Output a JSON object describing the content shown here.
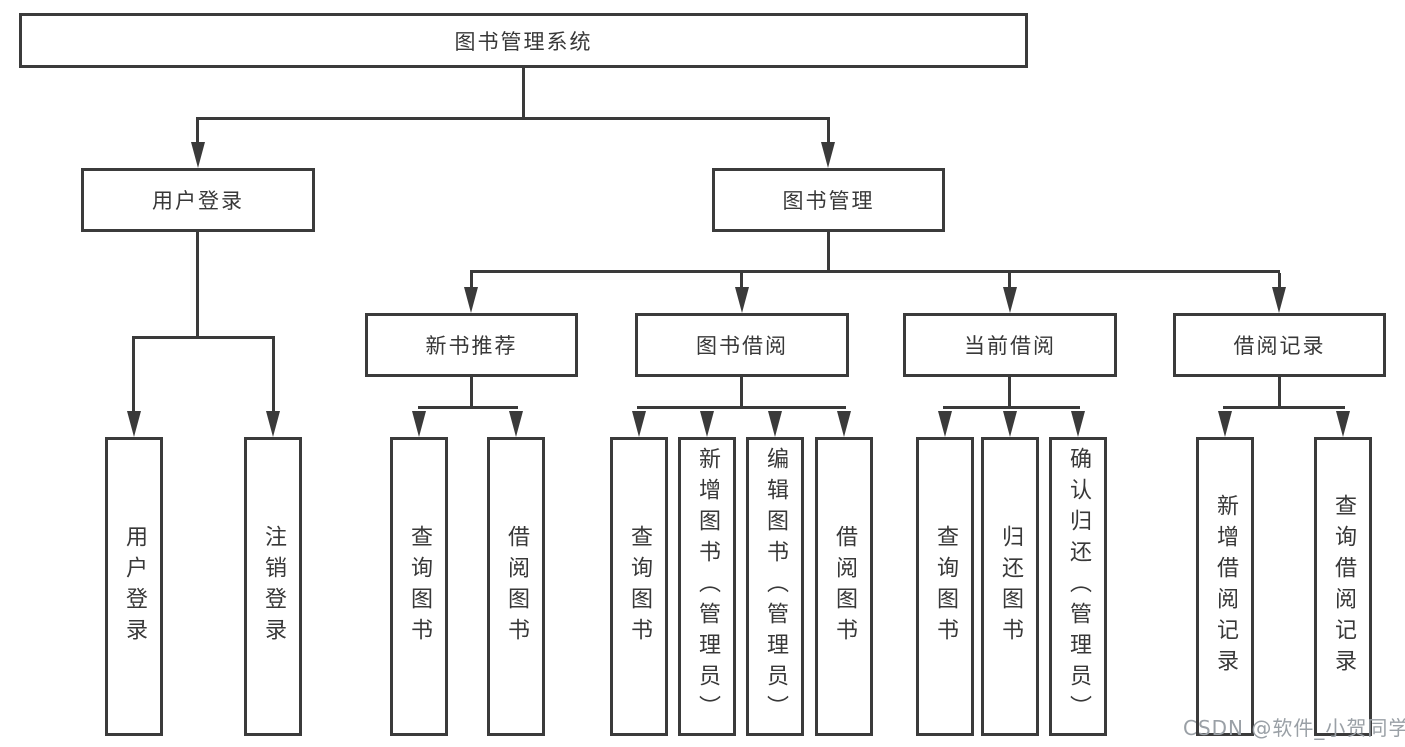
{
  "diagram": {
    "title": "图书管理系统",
    "nodes": {
      "root": {
        "label": "图书管理系统"
      },
      "user_login": {
        "label": "用户登录"
      },
      "book_mgmt": {
        "label": "图书管理"
      },
      "new_book_rec": {
        "label": "新书推荐"
      },
      "book_borrow": {
        "label": "图书借阅"
      },
      "current_borrow": {
        "label": "当前借阅"
      },
      "borrow_records": {
        "label": "借阅记录"
      },
      "leaf_user_login": {
        "label": "用户登录"
      },
      "leaf_logout": {
        "label": "注销登录"
      },
      "leaf_nb_query": {
        "label": "查询图书"
      },
      "leaf_nb_borrow": {
        "label": "借阅图书"
      },
      "leaf_bb_query": {
        "label": "查询图书"
      },
      "leaf_bb_add": {
        "label": "新增图书（管理员）"
      },
      "leaf_bb_edit": {
        "label": "编辑图书（管理员）"
      },
      "leaf_bb_borrow": {
        "label": "借阅图书"
      },
      "leaf_cb_query": {
        "label": "查询图书"
      },
      "leaf_cb_return": {
        "label": "归还图书"
      },
      "leaf_cb_confirm": {
        "label": "确认归还（管理员）"
      },
      "leaf_br_add": {
        "label": "新增借阅记录"
      },
      "leaf_br_query": {
        "label": "查询借阅记录"
      }
    },
    "hierarchy": {
      "图书管理系统": {
        "用户登录": [
          "用户登录",
          "注销登录"
        ],
        "图书管理": {
          "新书推荐": [
            "查询图书",
            "借阅图书"
          ],
          "图书借阅": [
            "查询图书",
            "新增图书（管理员）",
            "编辑图书（管理员）",
            "借阅图书"
          ],
          "当前借阅": [
            "查询图书",
            "归还图书",
            "确认归还（管理员）"
          ],
          "借阅记录": [
            "新增借阅记录",
            "查询借阅记录"
          ]
        }
      }
    }
  },
  "watermark": {
    "text": "CSDN @软件_小贺同学",
    "color": "#9aa0a6"
  },
  "colors": {
    "background": "#ffffff",
    "node_border": "#3b3b3b",
    "connector": "#3a3a3a",
    "text": "#383838"
  }
}
